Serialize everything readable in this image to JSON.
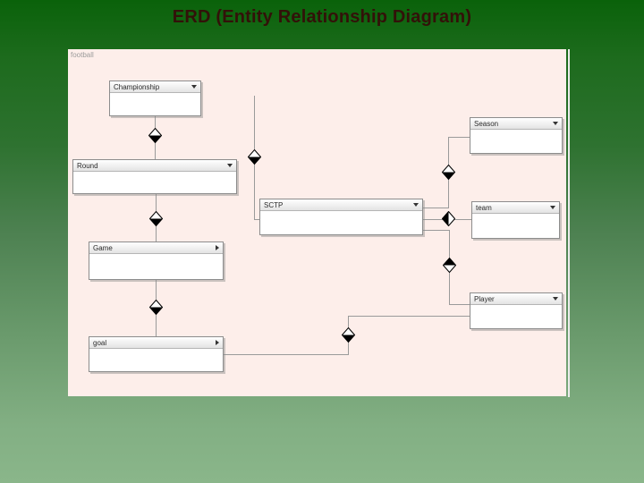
{
  "slide": {
    "title": "ERD (Entity Relationship Diagram)",
    "title_color": "#331109",
    "background_top_color": "#0a620a",
    "background_bottom_color": "#8ab68a"
  },
  "diagram": {
    "panel_label": "football",
    "panel_background": "#fdeeea",
    "entities": [
      {
        "id": "championship",
        "label": "Championship",
        "arrow": "down",
        "arrow_icon": "dropdown-arrow"
      },
      {
        "id": "round",
        "label": "Round",
        "arrow": "down",
        "arrow_icon": "dropdown-arrow"
      },
      {
        "id": "game",
        "label": "Game",
        "arrow": "right",
        "arrow_icon": "expand-arrow"
      },
      {
        "id": "goal",
        "label": "goal",
        "arrow": "right",
        "arrow_icon": "expand-arrow"
      },
      {
        "id": "sctp",
        "label": "SCTP",
        "arrow": "down",
        "arrow_icon": "dropdown-arrow"
      },
      {
        "id": "season",
        "label": "Season",
        "arrow": "down",
        "arrow_icon": "dropdown-arrow"
      },
      {
        "id": "team",
        "label": "team",
        "arrow": "down",
        "arrow_icon": "dropdown-arrow"
      },
      {
        "id": "player",
        "label": "Player",
        "arrow": "down",
        "arrow_icon": "dropdown-arrow"
      }
    ],
    "relationships": [
      {
        "from": "Championship",
        "to": "Round",
        "connector": "category-diamond"
      },
      {
        "from": "Round",
        "to": "Game",
        "connector": "category-diamond"
      },
      {
        "from": "Game",
        "to": "goal",
        "connector": "category-diamond"
      },
      {
        "from": "SCTP",
        "to": "Season",
        "connector": "category-diamond"
      },
      {
        "from": "SCTP",
        "to": "team",
        "connector": "category-diamond"
      },
      {
        "from": "SCTP",
        "to": "Player",
        "connector": "category-diamond"
      },
      {
        "from": "goal",
        "to": "Player",
        "connector": "category-diamond"
      },
      {
        "from": "open-end",
        "to": "SCTP",
        "connector": "category-diamond"
      }
    ]
  }
}
